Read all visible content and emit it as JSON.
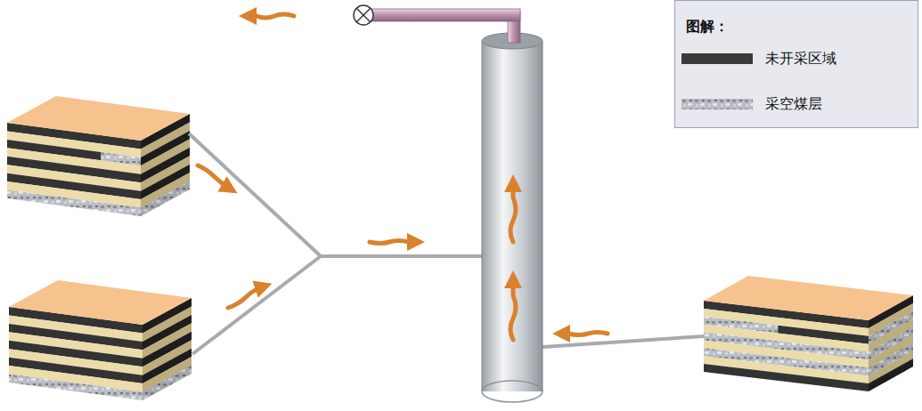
{
  "diagram": {
    "labels": [
      "图解："
    ],
    "legend": [
      {
        "text": "未开采区域",
        "color": "#3a3a3a"
      },
      {
        "text": "采空煤层"
      }
    ]
  }
}
